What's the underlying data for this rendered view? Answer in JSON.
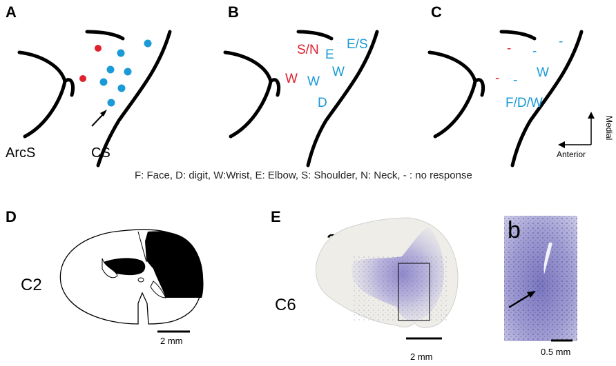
{
  "panels": {
    "a": "A",
    "b": "B",
    "c": "C",
    "d": "D",
    "e": "E"
  },
  "labels": {
    "arcs": "ArcS",
    "cs": "CS"
  },
  "panel_b_labels": {
    "sn": "S/N",
    "e": "E",
    "es": "E/S",
    "w1": "W",
    "w2": "W",
    "w3": "W",
    "d": "D"
  },
  "panel_c_labels": {
    "dash1": "-",
    "dash2": "-",
    "dash3": "-",
    "dash4": "-",
    "dash5": "-",
    "w": "W",
    "fdw": "F/D/W"
  },
  "orientation": {
    "medial": "Medial",
    "anterior": "Anterior"
  },
  "legend": "F: Face, D: digit, W:Wrist, E: Elbow, S: Shoulder, N: Neck, - : no response",
  "panel_d": {
    "segment": "C2",
    "scale": "2 mm"
  },
  "panel_e": {
    "segment": "C6",
    "sub_a": "a",
    "sub_b": "b",
    "scale_a": "2 mm",
    "scale_b": "0.5 mm"
  },
  "colors": {
    "response_red": "#e0202e",
    "response_blue": "#1a9ad7",
    "nissl_purple": "#6a64b8"
  }
}
